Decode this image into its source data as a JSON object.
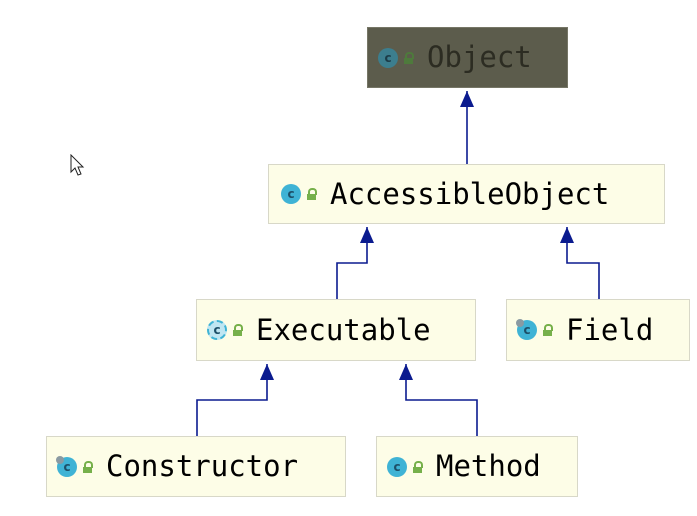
{
  "diagram": {
    "nodes": [
      {
        "id": "object",
        "label": "Object",
        "icon": "class-icon",
        "style": "dark"
      },
      {
        "id": "accessible",
        "label": "AccessibleObject",
        "icon": "class-icon",
        "style": "normal"
      },
      {
        "id": "executable",
        "label": "Executable",
        "icon": "abstract-class-icon",
        "style": "normal"
      },
      {
        "id": "field",
        "label": "Field",
        "icon": "final-class-icon",
        "style": "normal"
      },
      {
        "id": "constructor",
        "label": "Constructor",
        "icon": "final-class-icon",
        "style": "normal"
      },
      {
        "id": "method",
        "label": "Method",
        "icon": "class-icon",
        "style": "normal"
      }
    ],
    "edges": [
      {
        "from": "accessible",
        "to": "object",
        "relation": "extends"
      },
      {
        "from": "executable",
        "to": "accessible",
        "relation": "extends"
      },
      {
        "from": "field",
        "to": "accessible",
        "relation": "extends"
      },
      {
        "from": "constructor",
        "to": "executable",
        "relation": "extends"
      },
      {
        "from": "method",
        "to": "executable",
        "relation": "extends"
      }
    ],
    "class_icon_letter": "c",
    "colors": {
      "edge": "#0b1b8f",
      "node_fill": "#fdfde7",
      "node_dark_fill": "#5c5c4c",
      "class_icon": "#3fb3d5",
      "lock_icon": "#76b04a"
    }
  }
}
